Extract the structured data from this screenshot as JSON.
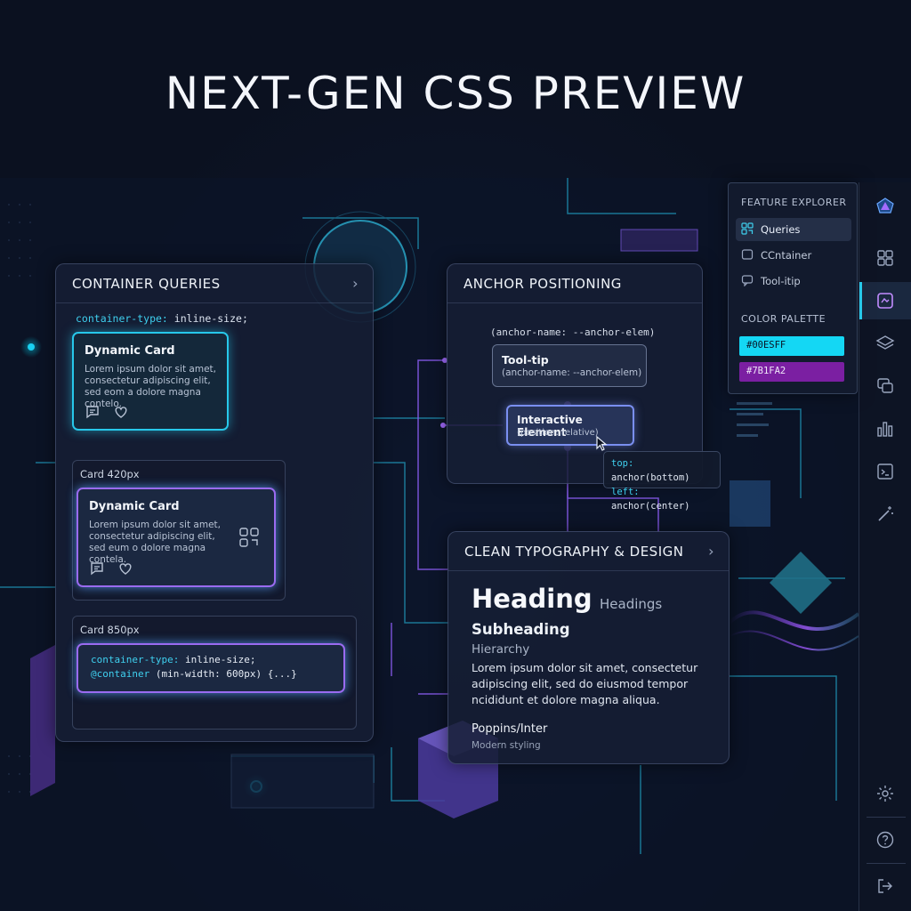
{
  "title": "NEXT-GEN CSS PREVIEW",
  "colors": {
    "cyan": "#00E0FF",
    "purple": "#7B1FA2",
    "background": "#0b1120"
  },
  "container_queries": {
    "header": "CONTAINER QUERIES",
    "code_key": "container-type:",
    "code_value": "inline-size;",
    "card1": {
      "title": "Dynamic Card",
      "text": "Lorem ipsum dolor sit amet, consectetur adipiscing elit, sed eom a dolore magna contelo."
    },
    "card420_label": "Card 420px",
    "card2": {
      "title": "Dynamic Card",
      "text": "Lorem ipsum dolor sit amet, consectetur adipiscing elit, sed eum o dolore magna contela."
    },
    "card850_label": "Card 850px",
    "code_line1_key": "container-type:",
    "code_line1_value": "inline-size;",
    "code_line2_key": "@container",
    "code_line2_value": "(min-width: 600px) {...}"
  },
  "anchor": {
    "header": "ANCHOR POSITIONING",
    "code": "(anchor-name: --anchor-elem)",
    "tooltip_title": "Tool-tip",
    "tooltip_sub": "(anchor-name: --anchor-elem)",
    "element_title": "Interactive Element",
    "element_sub": "(position: relative)",
    "float_top_key": "top:",
    "float_top_value": "anchor(bottom)",
    "float_left_key": "left:",
    "float_left_value": "anchor(center)"
  },
  "typography": {
    "header": "CLEAN TYPOGRAPHY & DESIGN",
    "heading": "Heading",
    "heading_small": "Headings",
    "subheading": "Subheading",
    "hierarchy": "Hierarchy",
    "body": "Lorem ipsum dolor sit amet, consectetur adipiscing elit, sed do eiusmod tempor ncididunt et dolore magna aliqua.",
    "font_name": "Poppins/Inter",
    "font_desc": "Modern styling"
  },
  "explorer": {
    "heading": "FEATURE EXPLORER",
    "items": [
      {
        "label": "Queries",
        "icon": "grid-icon",
        "active": true
      },
      {
        "label": "CCntainer",
        "icon": "container-icon",
        "active": false
      },
      {
        "label": "Tool-itip",
        "icon": "tooltip-icon",
        "active": false
      }
    ],
    "palette_heading": "COLOR PALETTE",
    "swatches": [
      {
        "label": "#00ESFF",
        "color": "#00E0FF"
      },
      {
        "label": "#7B1FA2",
        "color": "#7B1FA2"
      }
    ]
  },
  "rail": {
    "icons": [
      "logo-icon",
      "dashboard-icon",
      "preview-icon",
      "layers-icon",
      "chat-icon",
      "chart-icon",
      "terminal-icon",
      "magic-wand-icon",
      "settings-icon",
      "help-icon",
      "logout-icon"
    ]
  }
}
